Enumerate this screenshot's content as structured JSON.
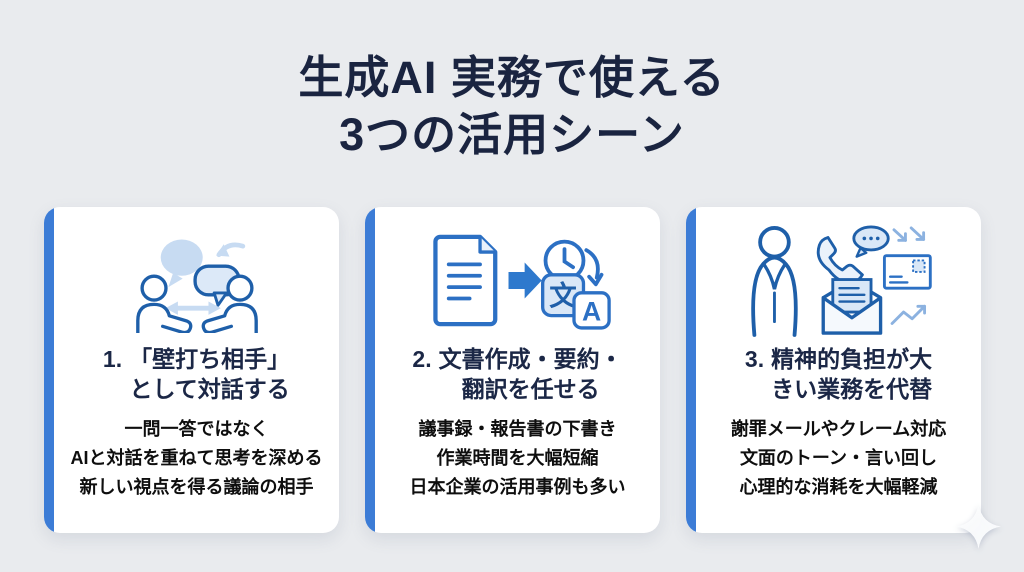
{
  "slide": {
    "title_lines": [
      "生成AI 実務で使える",
      "3つの活用シーン"
    ]
  },
  "colors": {
    "background": "#e9ebee",
    "card_background": "#ffffff",
    "accent_blue": "#3c7cd6",
    "title_navy": "#1a2440",
    "body_text": "#0e0e0e",
    "icon_outline_blue": "#1e5fa9",
    "icon_bright_blue": "#2c70c4",
    "icon_light_blue": "#c7dbf2"
  },
  "cards": [
    {
      "icon": "conversation-icon",
      "number": "1.",
      "title_lines": [
        "「壁打ち相手」",
        "として対話する"
      ],
      "body_lines": [
        "一問一答ではなく",
        "AIと対話を重ねて思考を深める",
        "新しい視点を得る議論の相手"
      ]
    },
    {
      "icon": "document-translation-icon",
      "number": "2.",
      "title_lines": [
        "文書作成・要約・",
        "翻訳を任せる"
      ],
      "body_lines": [
        "議事録・報告書の下書き",
        "作業時間を大幅短縮",
        "日本企業の活用事例も多い"
      ]
    },
    {
      "icon": "emotional-burden-icon",
      "number": "3.",
      "title_lines": [
        "精神的負担が大",
        "きい業務を代替"
      ],
      "body_lines": [
        "謝罪メールやクレーム対応",
        "文面のトーン・言い回し",
        "心理的な消耗を大幅軽減"
      ]
    }
  ],
  "decoration": {
    "sparkle": "sparkle-icon"
  }
}
